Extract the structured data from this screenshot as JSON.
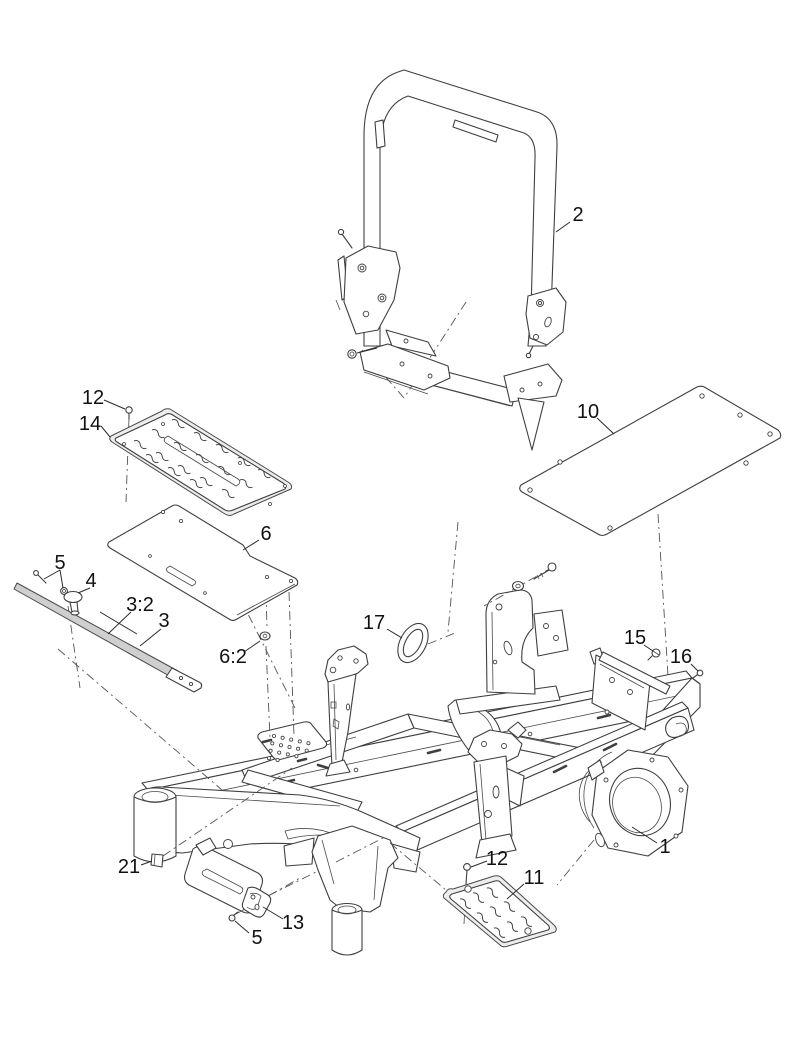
{
  "diagram": {
    "background": "#ffffff",
    "line_color": "#3f3f3f",
    "projection_line_color": "#555555",
    "label_color": "#111111",
    "shade_color": "#cfcfcf",
    "callouts": [
      {
        "text": "12"
      },
      {
        "text": "14"
      },
      {
        "text": "6"
      },
      {
        "text": "5"
      },
      {
        "text": "4"
      },
      {
        "text": "3:2"
      },
      {
        "text": "3"
      },
      {
        "text": "6:2"
      },
      {
        "text": "2"
      },
      {
        "text": "10"
      },
      {
        "text": "17"
      },
      {
        "text": "15"
      },
      {
        "text": "16"
      },
      {
        "text": "1"
      },
      {
        "text": "21"
      },
      {
        "text": "13"
      },
      {
        "text": "5"
      },
      {
        "text": "12"
      },
      {
        "text": "11"
      }
    ]
  }
}
